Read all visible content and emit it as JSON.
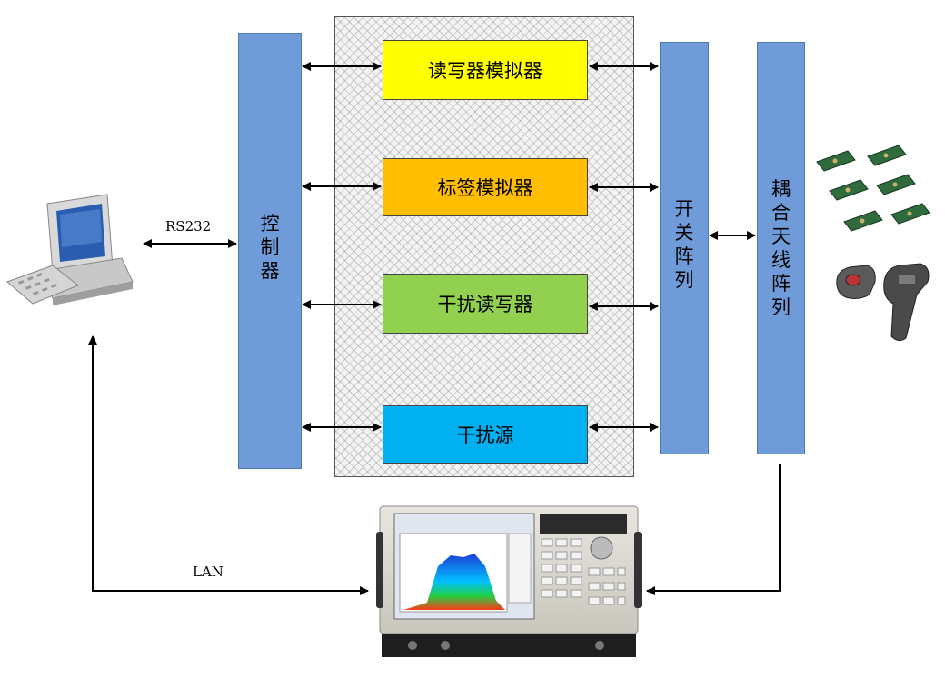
{
  "controller_label": "控\n制\n器",
  "modules": {
    "reader_sim": "读写器模拟器",
    "tag_sim": "标签模拟器",
    "interf_reader": "干扰读写器",
    "interf_src": "干扰源"
  },
  "switch_label": "开\n关\n阵\n列",
  "antenna_label": "耦\n合\n天\n线\n阵\n列",
  "links": {
    "rs232": "RS232",
    "lan": "LAN"
  },
  "colors": {
    "reader_sim": "#ffff00",
    "tag_sim": "#ffbf00",
    "interf_reader": "#92d050",
    "interf_src": "#00b0f0",
    "bar": "#6f9bd8"
  }
}
